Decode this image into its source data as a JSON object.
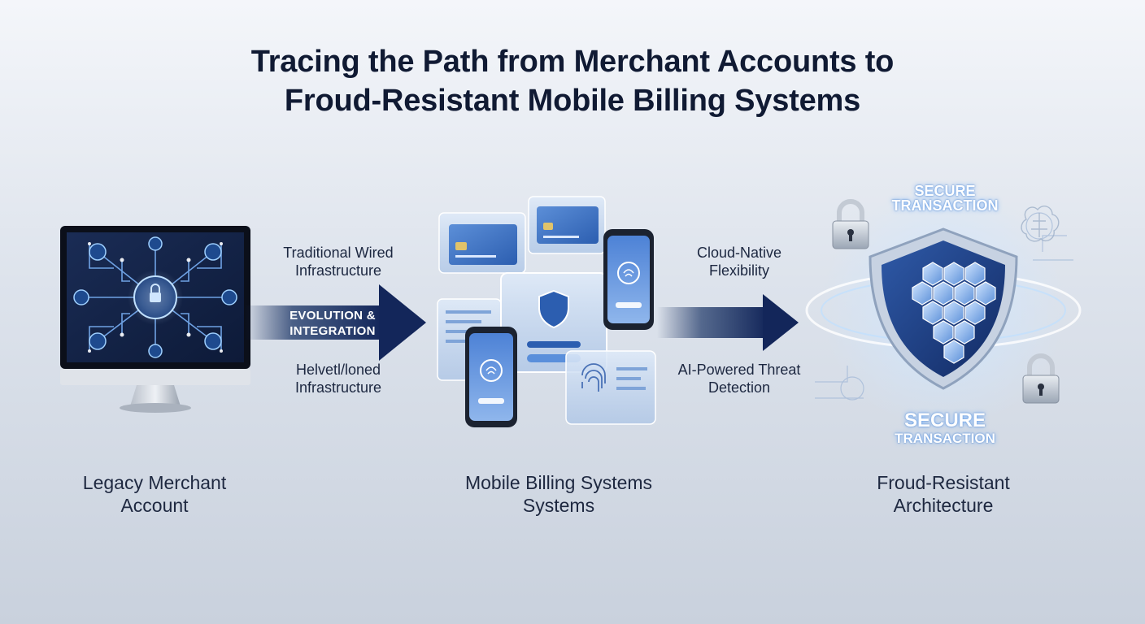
{
  "title": {
    "line1": "Tracing the Path from Merchant Accounts to",
    "line2": "Froud-Resistant Mobile Billing Systems"
  },
  "stages": {
    "legacy": {
      "line1": "Legacy Merchant",
      "line2": "Account",
      "icon": "monitor-circuit-icon"
    },
    "mobile": {
      "line1": "Mobile Billing Systems",
      "line2": "Systems",
      "icon": "mobile-payments-icon"
    },
    "fraud": {
      "line1": "Froud-Resistant",
      "line2": "Architecture",
      "icon": "security-shield-icon"
    }
  },
  "transition1": {
    "top_line1": "Traditional Wired",
    "top_line2": "Infrastructure",
    "band_line1": "EVOLUTION &",
    "band_line2": "INTEGRATION",
    "bottom_line1": "Helvetl/loned",
    "bottom_line2": "Infrastructure"
  },
  "transition2": {
    "top_line1": "Cloud-Native",
    "top_line2": "Flexibility",
    "bottom_line1": "AI-Powered Threat",
    "bottom_line2": "Detection"
  },
  "shield": {
    "top_line1": "SECURE",
    "top_line2": "TRANSACTION",
    "bottom_line1": "SECURE",
    "bottom_line2": "TRANSACTION"
  },
  "colors": {
    "navy": "#14295a",
    "accent": "#4a90e2",
    "glow": "#9fd0ff"
  }
}
